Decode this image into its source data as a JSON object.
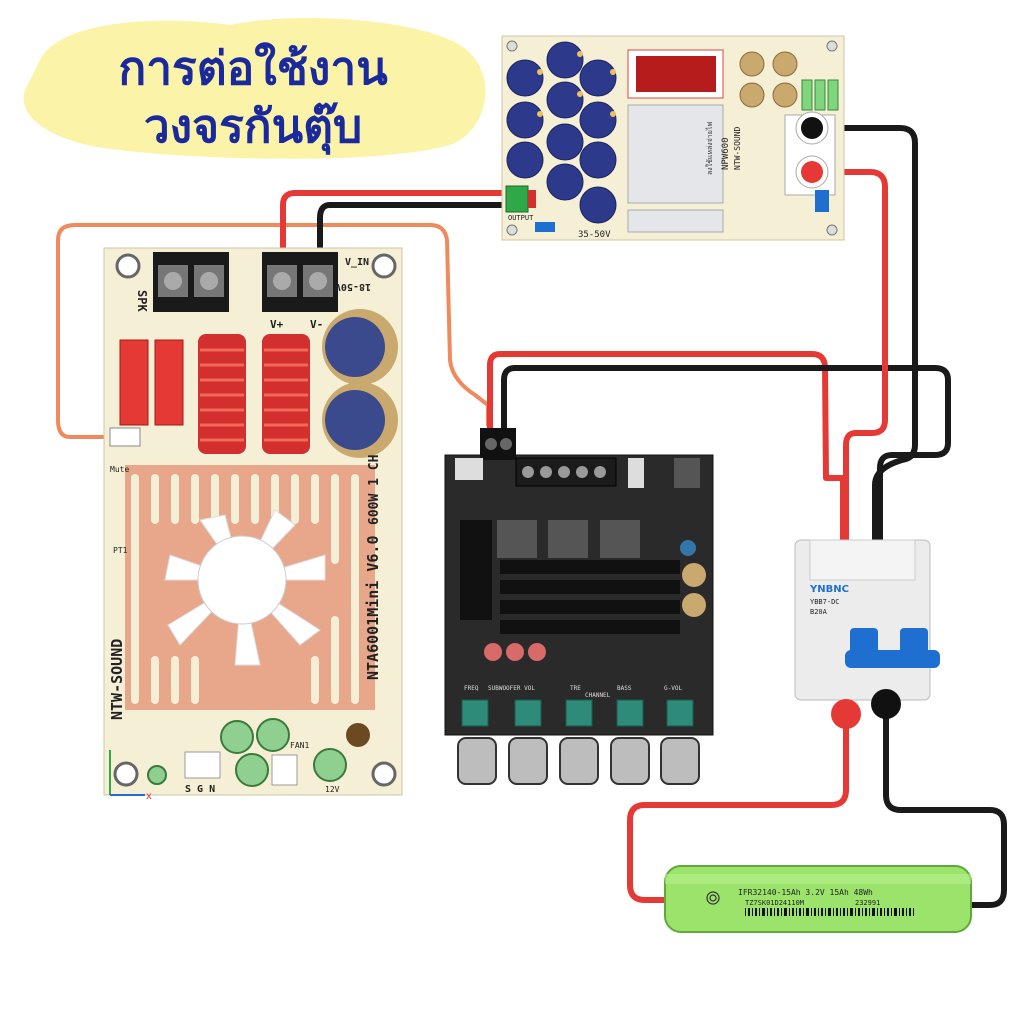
{
  "title": {
    "line1": "การต่อใช้งาน",
    "line2": "วงจรกันตุ๊บ"
  },
  "power_supply": {
    "brand": "NTW-SOUND",
    "model": "NPW600",
    "voltage_label": "35-50V",
    "output_label": "OUTPUT",
    "thai_note": "ลงใช้แหล่งจ่ายไฟ"
  },
  "amp_board": {
    "brand": "NTW-SOUND",
    "model": "NTA6001Mini V6.0",
    "power": "600W 1 CH",
    "spk_label": "SPK",
    "vin_label": "V_IN",
    "voltage_label": "18-50V",
    "plus_label": "V+",
    "minus_label": "V-",
    "fan_label": "FAN1",
    "mute_label": "Mute",
    "sgn_label": "S G N",
    "v12_label": "12V",
    "pt1_label": "PT1"
  },
  "dsp_board": {
    "knob_labels": [
      "FREQ",
      "SUBWOOFER VOL",
      "TRE",
      "CHANNEL",
      "BASS",
      "G-VOL"
    ]
  },
  "breaker": {
    "brand": "YNBNC",
    "model": "YBB7-DC",
    "rating": "B20A"
  },
  "battery": {
    "spec": "IFR32140-15Ah 3.2V 15Ah 48Wh",
    "code": "TZ7SK01D24110M",
    "serial": "232991"
  },
  "colors": {
    "wire_positive": "#e53935",
    "wire_negative": "#1a1a1a",
    "wire_signal": "#f08a5d",
    "board_cream": "#f5efd6",
    "title_bg": "#fbf3a8",
    "title_text": "#1a2a9c",
    "battery_green": "#9be36b",
    "breaker_blue": "#1f6fd1"
  }
}
